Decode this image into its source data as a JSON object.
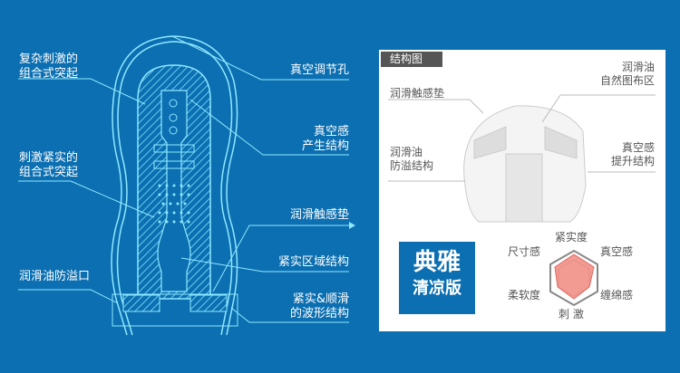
{
  "left_labels": {
    "complex_bumps": [
      "复杂刺激的",
      "组合式突起"
    ],
    "tight_bumps": [
      "刺激紧实的",
      "组合式突起"
    ],
    "lube_outlet": "润滑油防溢口"
  },
  "right_labels": {
    "vacuum_hole": "真空调节孔",
    "vacuum_structure": [
      "真空感",
      "产生结构"
    ],
    "lube_pad": "润滑触感垫",
    "tight_zone": "紧实区域结构",
    "wave": [
      "紧实&顺滑",
      "的波形结构"
    ]
  },
  "panel": {
    "tab": "结构图",
    "lube_zone": [
      "润滑油",
      "自然图布区"
    ],
    "lube_pad": "润滑触感垫",
    "lube_overflow": [
      "润滑油",
      "防溢结构"
    ],
    "vacuum_lift": [
      "真空感",
      "提升结构"
    ],
    "badge": [
      "典雅",
      "清凉版"
    ],
    "radar": {
      "axes": [
        "紧实度",
        "真空感",
        "缠绵感",
        "刺 激",
        "柔软度",
        "尺寸感"
      ]
    }
  },
  "colors": {
    "background": "#0b6fb1",
    "line": "#7fe3ff",
    "radar_fill": "#f08a80"
  }
}
